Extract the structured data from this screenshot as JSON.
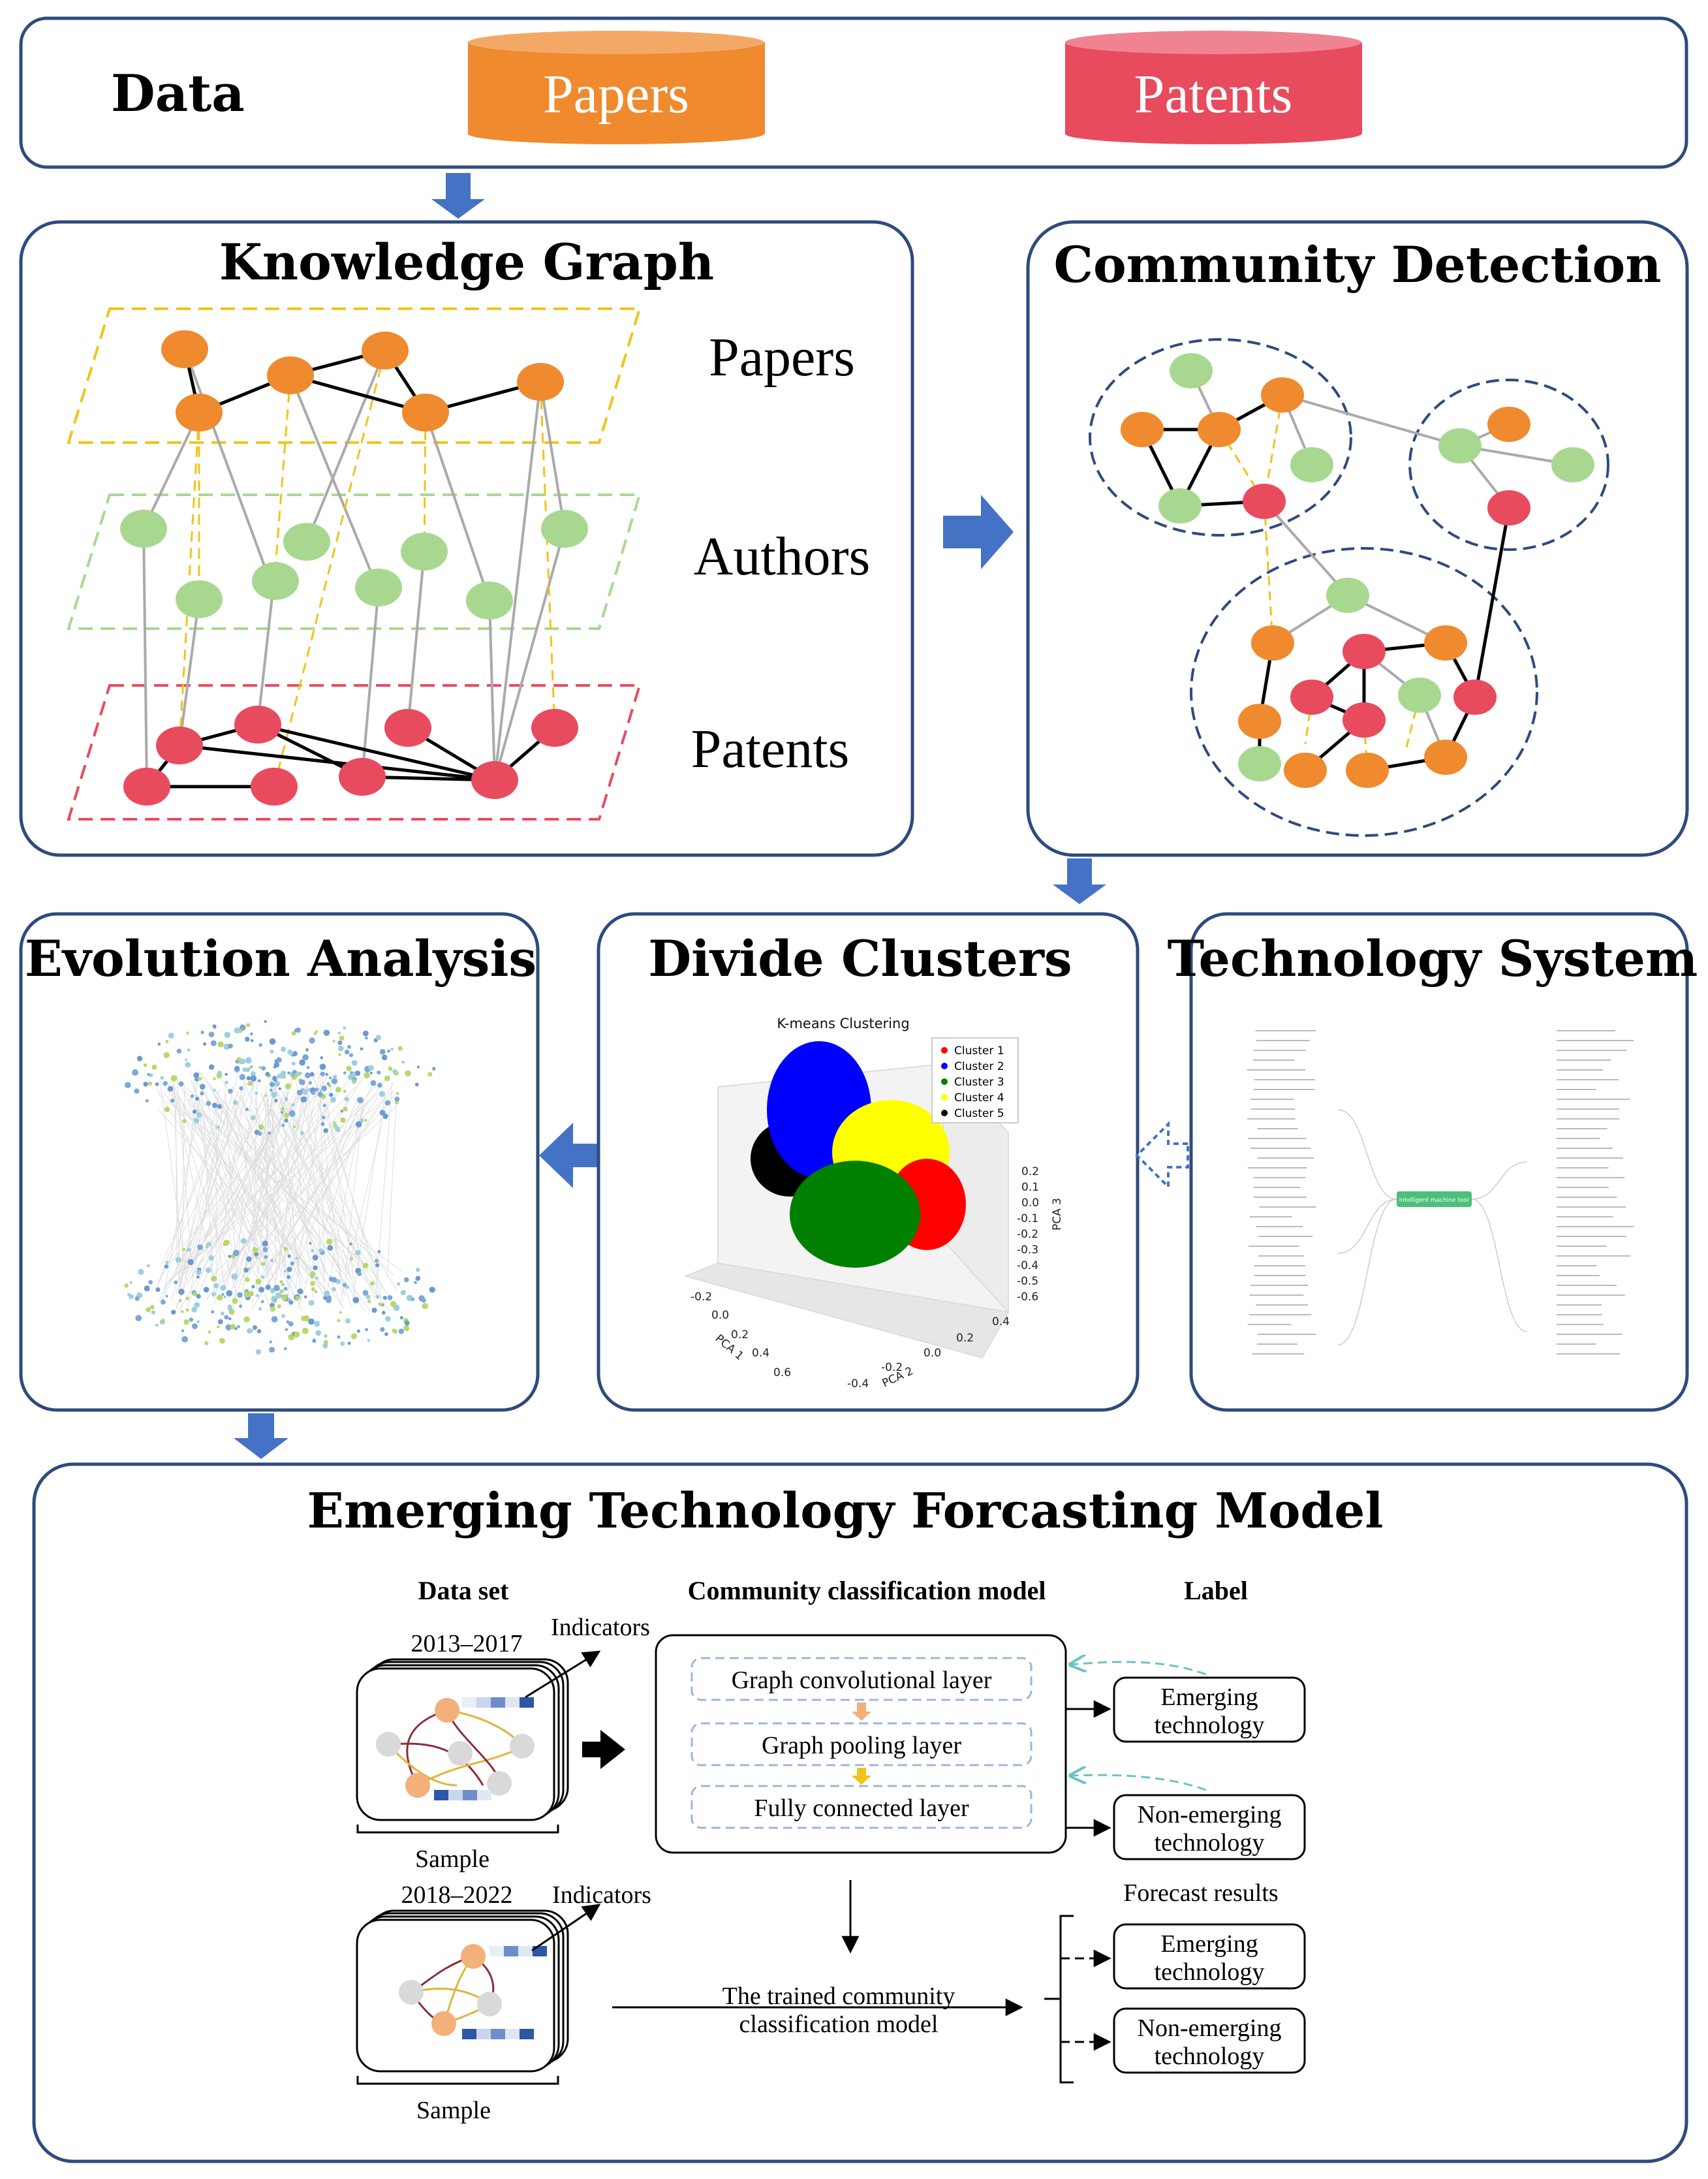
{
  "data_section": {
    "label": "Data",
    "sources": [
      "Papers",
      "Patents"
    ],
    "colors": {
      "papers": "#ef8a2e",
      "patents": "#e84b5e"
    }
  },
  "knowledge_graph": {
    "title": "Knowledge Graph",
    "layers": [
      "Papers",
      "Authors",
      "Patents"
    ],
    "colors": {
      "paper": "#ef8a2e",
      "author": "#a8d890",
      "patent": "#e84b5e"
    }
  },
  "community_detection": {
    "title": "Community Detection"
  },
  "evolution_analysis": {
    "title": "Evolution Analysis"
  },
  "divide_clusters": {
    "title": "Divide Clusters",
    "chart_title": "K-means Clustering",
    "legend": [
      "Cluster 1",
      "Cluster 2",
      "Cluster 3",
      "Cluster 4",
      "Cluster 5"
    ],
    "cluster_colors": [
      "#ff0000",
      "#0000ff",
      "#008000",
      "#ffff00",
      "#000000"
    ],
    "axes": {
      "x_label": "PCA 1",
      "x_ticks": [
        "-0.2",
        "0.0",
        "0.2",
        "0.4",
        "0.6"
      ],
      "y_label": "PCA 2",
      "y_ticks": [
        "-0.4",
        "-0.2",
        "0.0",
        "0.2",
        "0.4"
      ],
      "z_label": "PCA 3",
      "z_ticks": [
        "0.2",
        "0.1",
        "0.0",
        "-0.1",
        "-0.2",
        "-0.3",
        "-0.4",
        "-0.5",
        "-0.6"
      ]
    }
  },
  "technology_system": {
    "title": "Technology System",
    "root": "Intelligent machine tool"
  },
  "forecasting_model": {
    "title": "Emerging Technology Forcasting Model",
    "headers": {
      "dataset": "Data set",
      "model": "Community classification model",
      "label": "Label"
    },
    "train_period": "2013–2017",
    "test_period": "2018–2022",
    "indicators": "Indicators",
    "sample": "Sample",
    "layers": [
      "Graph convolutional layer",
      "Graph pooling layer",
      "Fully connected layer"
    ],
    "labels": [
      "Emerging technology",
      "Non-emerging technology"
    ],
    "label_lines": [
      [
        "Emerging",
        "technology"
      ],
      [
        "Non-emerging",
        "technology"
      ]
    ],
    "trained_model_lines": [
      "The trained community",
      "classification model"
    ],
    "forecast_results": "Forecast results"
  }
}
